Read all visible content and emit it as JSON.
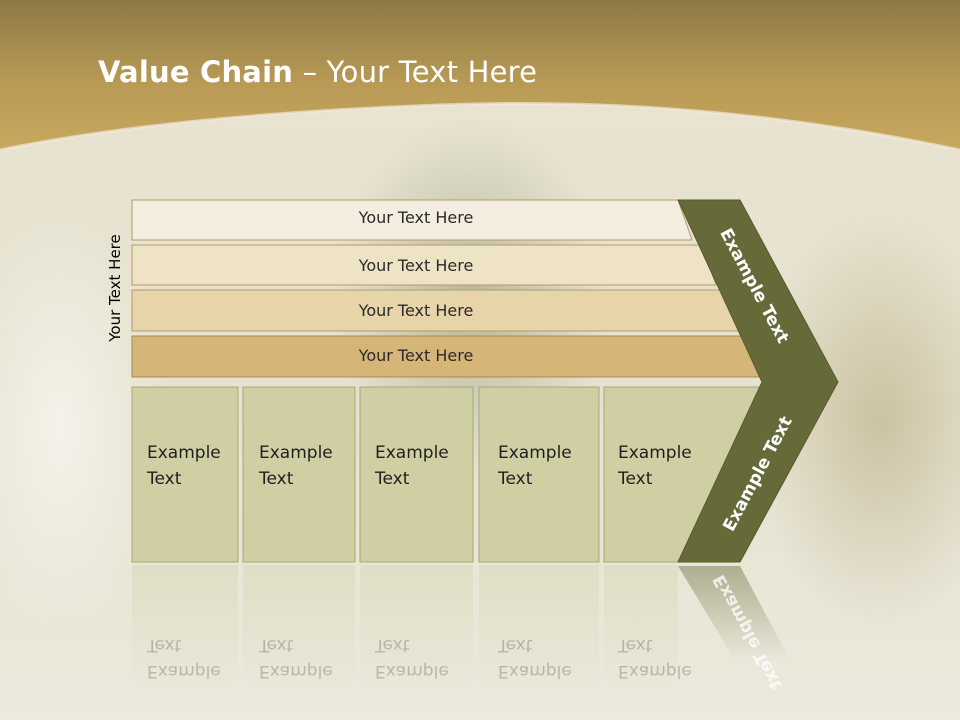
{
  "slide": {
    "title_bold": "Value Chain",
    "title_rest": " – Your Text Here",
    "side_label": "Your Text Here"
  },
  "rows": [
    {
      "label": "Your Text Here",
      "color": "#f3eedf"
    },
    {
      "label": "Your Text Here",
      "color": "#efe3c6"
    },
    {
      "label": "Your Text Here",
      "color": "#e7d4a8"
    },
    {
      "label": "Your Text Here",
      "color": "#d6b578"
    }
  ],
  "columns": [
    {
      "line1": "Example",
      "line2": "Text"
    },
    {
      "line1": "Example",
      "line2": "Text"
    },
    {
      "line1": "Example",
      "line2": "Text"
    },
    {
      "line1": "Example",
      "line2": "Text"
    },
    {
      "line1": "Example",
      "line2": "Text"
    }
  ],
  "arrow": {
    "upper_text": "Example Text",
    "lower_text": "Example Text",
    "color": "#666a38"
  },
  "colors": {
    "header_gold": "#c4a25a",
    "column_fill": "#cfcfa3",
    "column_border": "#a7a77e"
  }
}
